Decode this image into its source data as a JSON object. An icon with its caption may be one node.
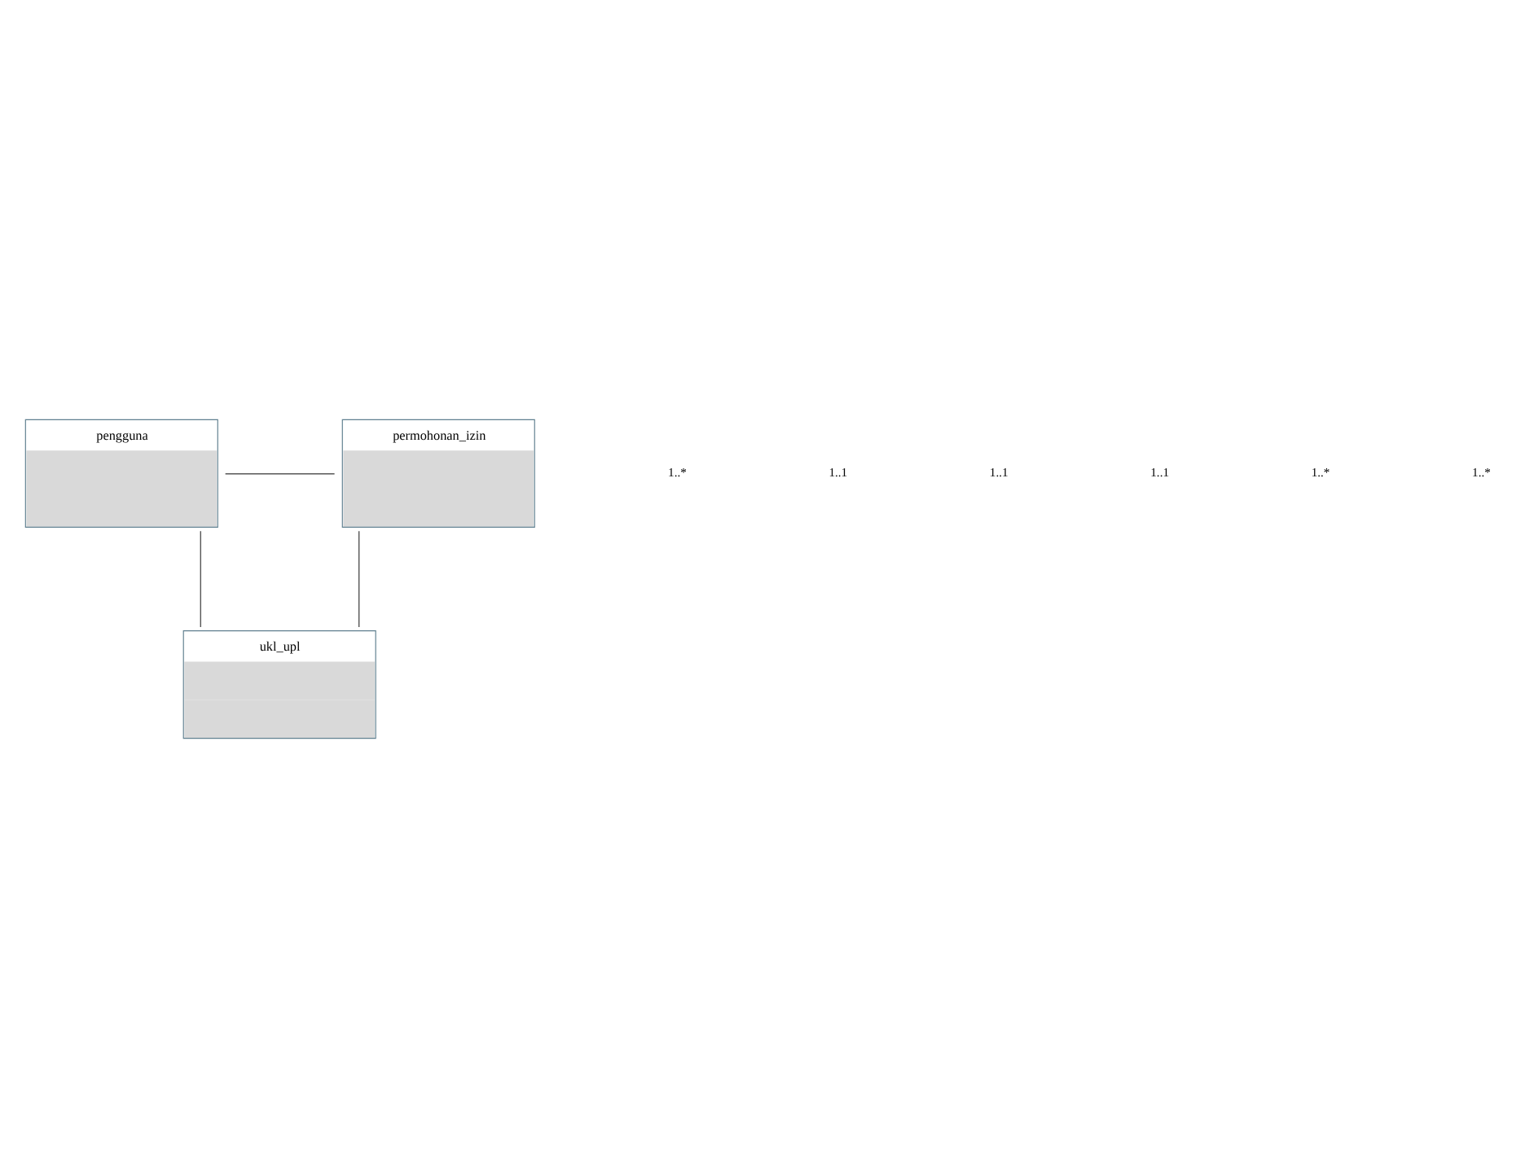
{
  "diagram": {
    "nodes": [
      {
        "text": [
          "pengguna"
        ]
      },
      {
        "text": [
          "permohonan_izin"
        ]
      },
      {
        "text": [
          "ukl_upl"
        ]
      }
    ],
    "edges": [
      {
        "from": 0,
        "to": 1,
        "arrow": "none"
      },
      {
        "from": 0,
        "to": 2,
        "arrow": "none"
      },
      {
        "from": 1,
        "to": 2,
        "arrow": "none"
      }
    ],
    "labels": [
      "1..*",
      "1..1",
      "1..1",
      "1..1",
      "1..*",
      "1..*"
    ]
  }
}
